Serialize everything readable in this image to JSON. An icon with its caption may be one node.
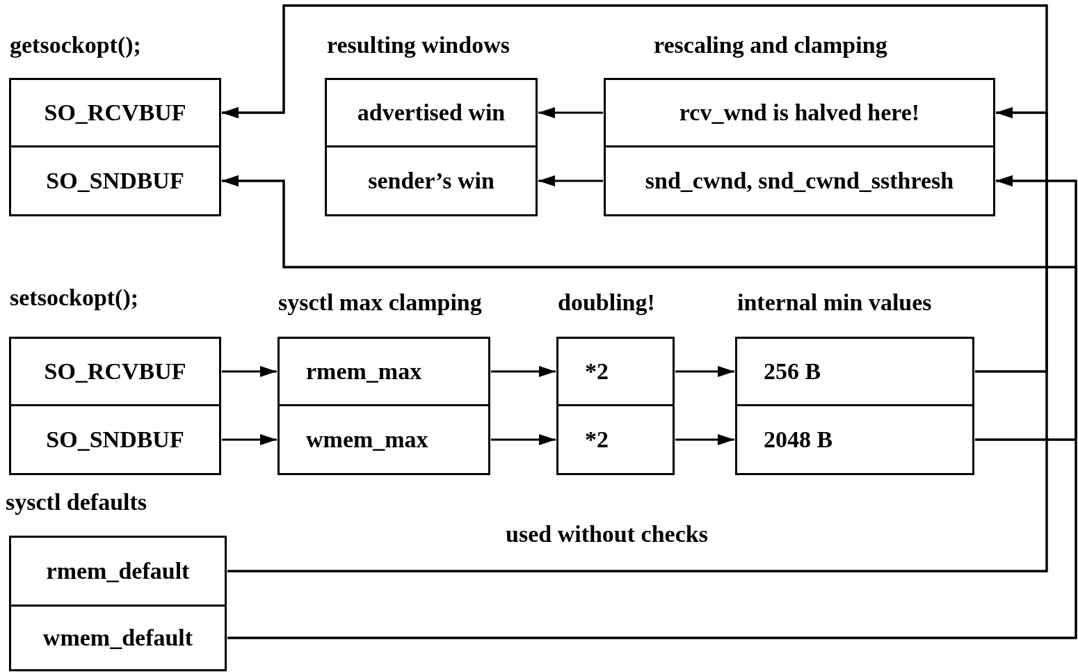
{
  "diagram": {
    "nodes": [
      {
        "text": [
          "SO_RCVBUF"
        ]
      },
      {
        "text": [
          "SO_SNDBUF"
        ]
      },
      {
        "text": [
          "advertised win"
        ]
      },
      {
        "text": [
          "sender’s win"
        ]
      },
      {
        "text": [
          "rcv_wnd is halved here!"
        ]
      },
      {
        "text": [
          "snd_cwnd, snd_cwnd_ssthresh"
        ]
      },
      {
        "text": [
          "SO_RCVBUF"
        ]
      },
      {
        "text": [
          "SO_SNDBUF"
        ]
      },
      {
        "text": [
          "rmem_max"
        ]
      },
      {
        "text": [
          "wmem_max"
        ]
      },
      {
        "text": [
          "*2"
        ]
      },
      {
        "text": [
          "*2"
        ]
      },
      {
        "text": [
          "256 B"
        ]
      },
      {
        "text": [
          "2048 B"
        ]
      },
      {
        "text": [
          "rmem_default"
        ]
      },
      {
        "text": [
          "wmem_default"
        ]
      }
    ],
    "edges": [
      {
        "from": 4,
        "to": 2,
        "arrow": "to"
      },
      {
        "from": 5,
        "to": 3,
        "arrow": "to"
      },
      {
        "from": 12,
        "to": 4,
        "arrow": "to"
      },
      {
        "from": 12,
        "to": 0,
        "arrow": "to"
      },
      {
        "from": 14,
        "to": 4,
        "arrow": "to"
      },
      {
        "from": 14,
        "to": 0,
        "arrow": "to"
      },
      {
        "from": 13,
        "to": 5,
        "arrow": "to"
      },
      {
        "from": 13,
        "to": 1,
        "arrow": "to"
      },
      {
        "from": 15,
        "to": 5,
        "arrow": "to"
      },
      {
        "from": 15,
        "to": 1,
        "arrow": "to"
      },
      {
        "from": 6,
        "to": 8,
        "arrow": "to"
      },
      {
        "from": 7,
        "to": 9,
        "arrow": "to"
      },
      {
        "from": 8,
        "to": 10,
        "arrow": "to"
      },
      {
        "from": 9,
        "to": 11,
        "arrow": "to"
      },
      {
        "from": 10,
        "to": 12,
        "arrow": "to"
      },
      {
        "from": 11,
        "to": 13,
        "arrow": "to"
      }
    ],
    "labels": [
      "getsockopt();",
      "resulting windows",
      "rescaling and clamping",
      "setsockopt();",
      "sysctl max clamping",
      "doubling!",
      "internal min values",
      "sysctl defaults",
      "used without checks"
    ]
  }
}
